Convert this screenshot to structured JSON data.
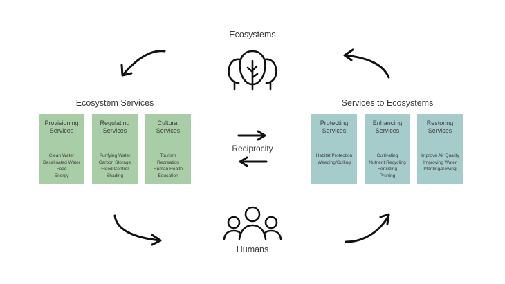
{
  "center": {
    "top_label": "Ecosystems",
    "bottom_label": "Humans",
    "middle_label": "Reciprocity"
  },
  "left_group": {
    "title": "Ecosystem Services",
    "color": "#a9cda6",
    "boxes": [
      {
        "title_line1": "Provisioning",
        "title_line2": "Services",
        "items": [
          "Clean Water",
          "Desalinated Water",
          "Food",
          "Energy"
        ]
      },
      {
        "title_line1": "Regulating",
        "title_line2": "Services",
        "items": [
          "Purifying Water",
          "Carbon Storage",
          "Flood Control",
          "Shading"
        ]
      },
      {
        "title_line1": "Cultural",
        "title_line2": "Services",
        "items": [
          "Tourism",
          "Recreation",
          "Human Health",
          "Education"
        ]
      }
    ]
  },
  "right_group": {
    "title": "Services to Ecosystems",
    "color": "#a6cbcb",
    "boxes": [
      {
        "title_line1": "Protecting",
        "title_line2": "Services",
        "items": [
          "Habitat Protection",
          "Weeding/Culling"
        ]
      },
      {
        "title_line1": "Enhancing",
        "title_line2": "Services",
        "items": [
          "Cultivating",
          "Nutrient Recycling",
          "Fertilizing",
          "Pruning"
        ]
      },
      {
        "title_line1": "Restoring",
        "title_line2": "Services",
        "items": [
          "Improve Air Quality",
          "Improving Water",
          "Planting/Sowing"
        ]
      }
    ]
  },
  "icons": {
    "top": "trees-icon",
    "bottom": "people-group-icon"
  }
}
